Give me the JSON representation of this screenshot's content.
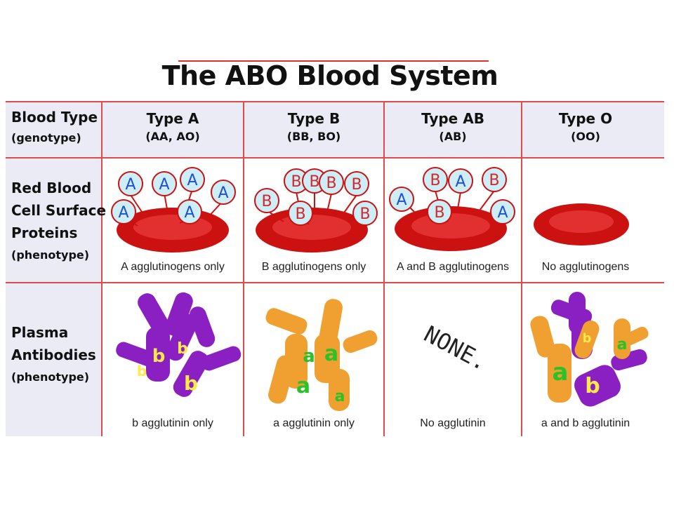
{
  "title": "The ABO Blood System",
  "row_headers": {
    "blood_type": {
      "line1": "Blood Type",
      "line2": "(genotype)"
    },
    "surface": {
      "line1": "Red Blood",
      "line2": "Cell Surface",
      "line3": "Proteins",
      "line4": "(phenotype)"
    },
    "plasma": {
      "line1": "Plasma",
      "line2": "Antibodies",
      "line3": "(phenotype)"
    }
  },
  "columns": [
    {
      "type": "Type A",
      "genotype": "(AA, AO)",
      "surface_caption": "A agglutinogens only",
      "plasma_caption": "b agglutinin only"
    },
    {
      "type": "Type B",
      "genotype": "(BB, BO)",
      "surface_caption": "B agglutinogens only",
      "plasma_caption": "a agglutinin only"
    },
    {
      "type": "Type AB",
      "genotype": "(AB)",
      "surface_caption": "A and B agglutinogens",
      "plasma_caption": "No agglutinin"
    },
    {
      "type": "Type O",
      "genotype": "(OO)",
      "surface_caption": "No agglutinogens",
      "plasma_caption": "a and b agglutinin"
    }
  ],
  "antigen_labels": {
    "a": "A",
    "b": "B"
  },
  "antibody_labels": {
    "a": "a",
    "b": "b"
  },
  "none_label": "NONE.",
  "colors": {
    "grid_line": "#e24a4a",
    "header_bg": "#ebebf5",
    "cell_red": "#cc1111",
    "antigen_bubble": "#cdeef7",
    "antigen_a_text": "#1f4fd6",
    "antigen_b_text": "#d62828",
    "antibody_purple": "#8a1fc2",
    "antibody_orange": "#f0a030",
    "label_on_purple": "#ffe84a",
    "label_on_orange": "#29c229"
  }
}
